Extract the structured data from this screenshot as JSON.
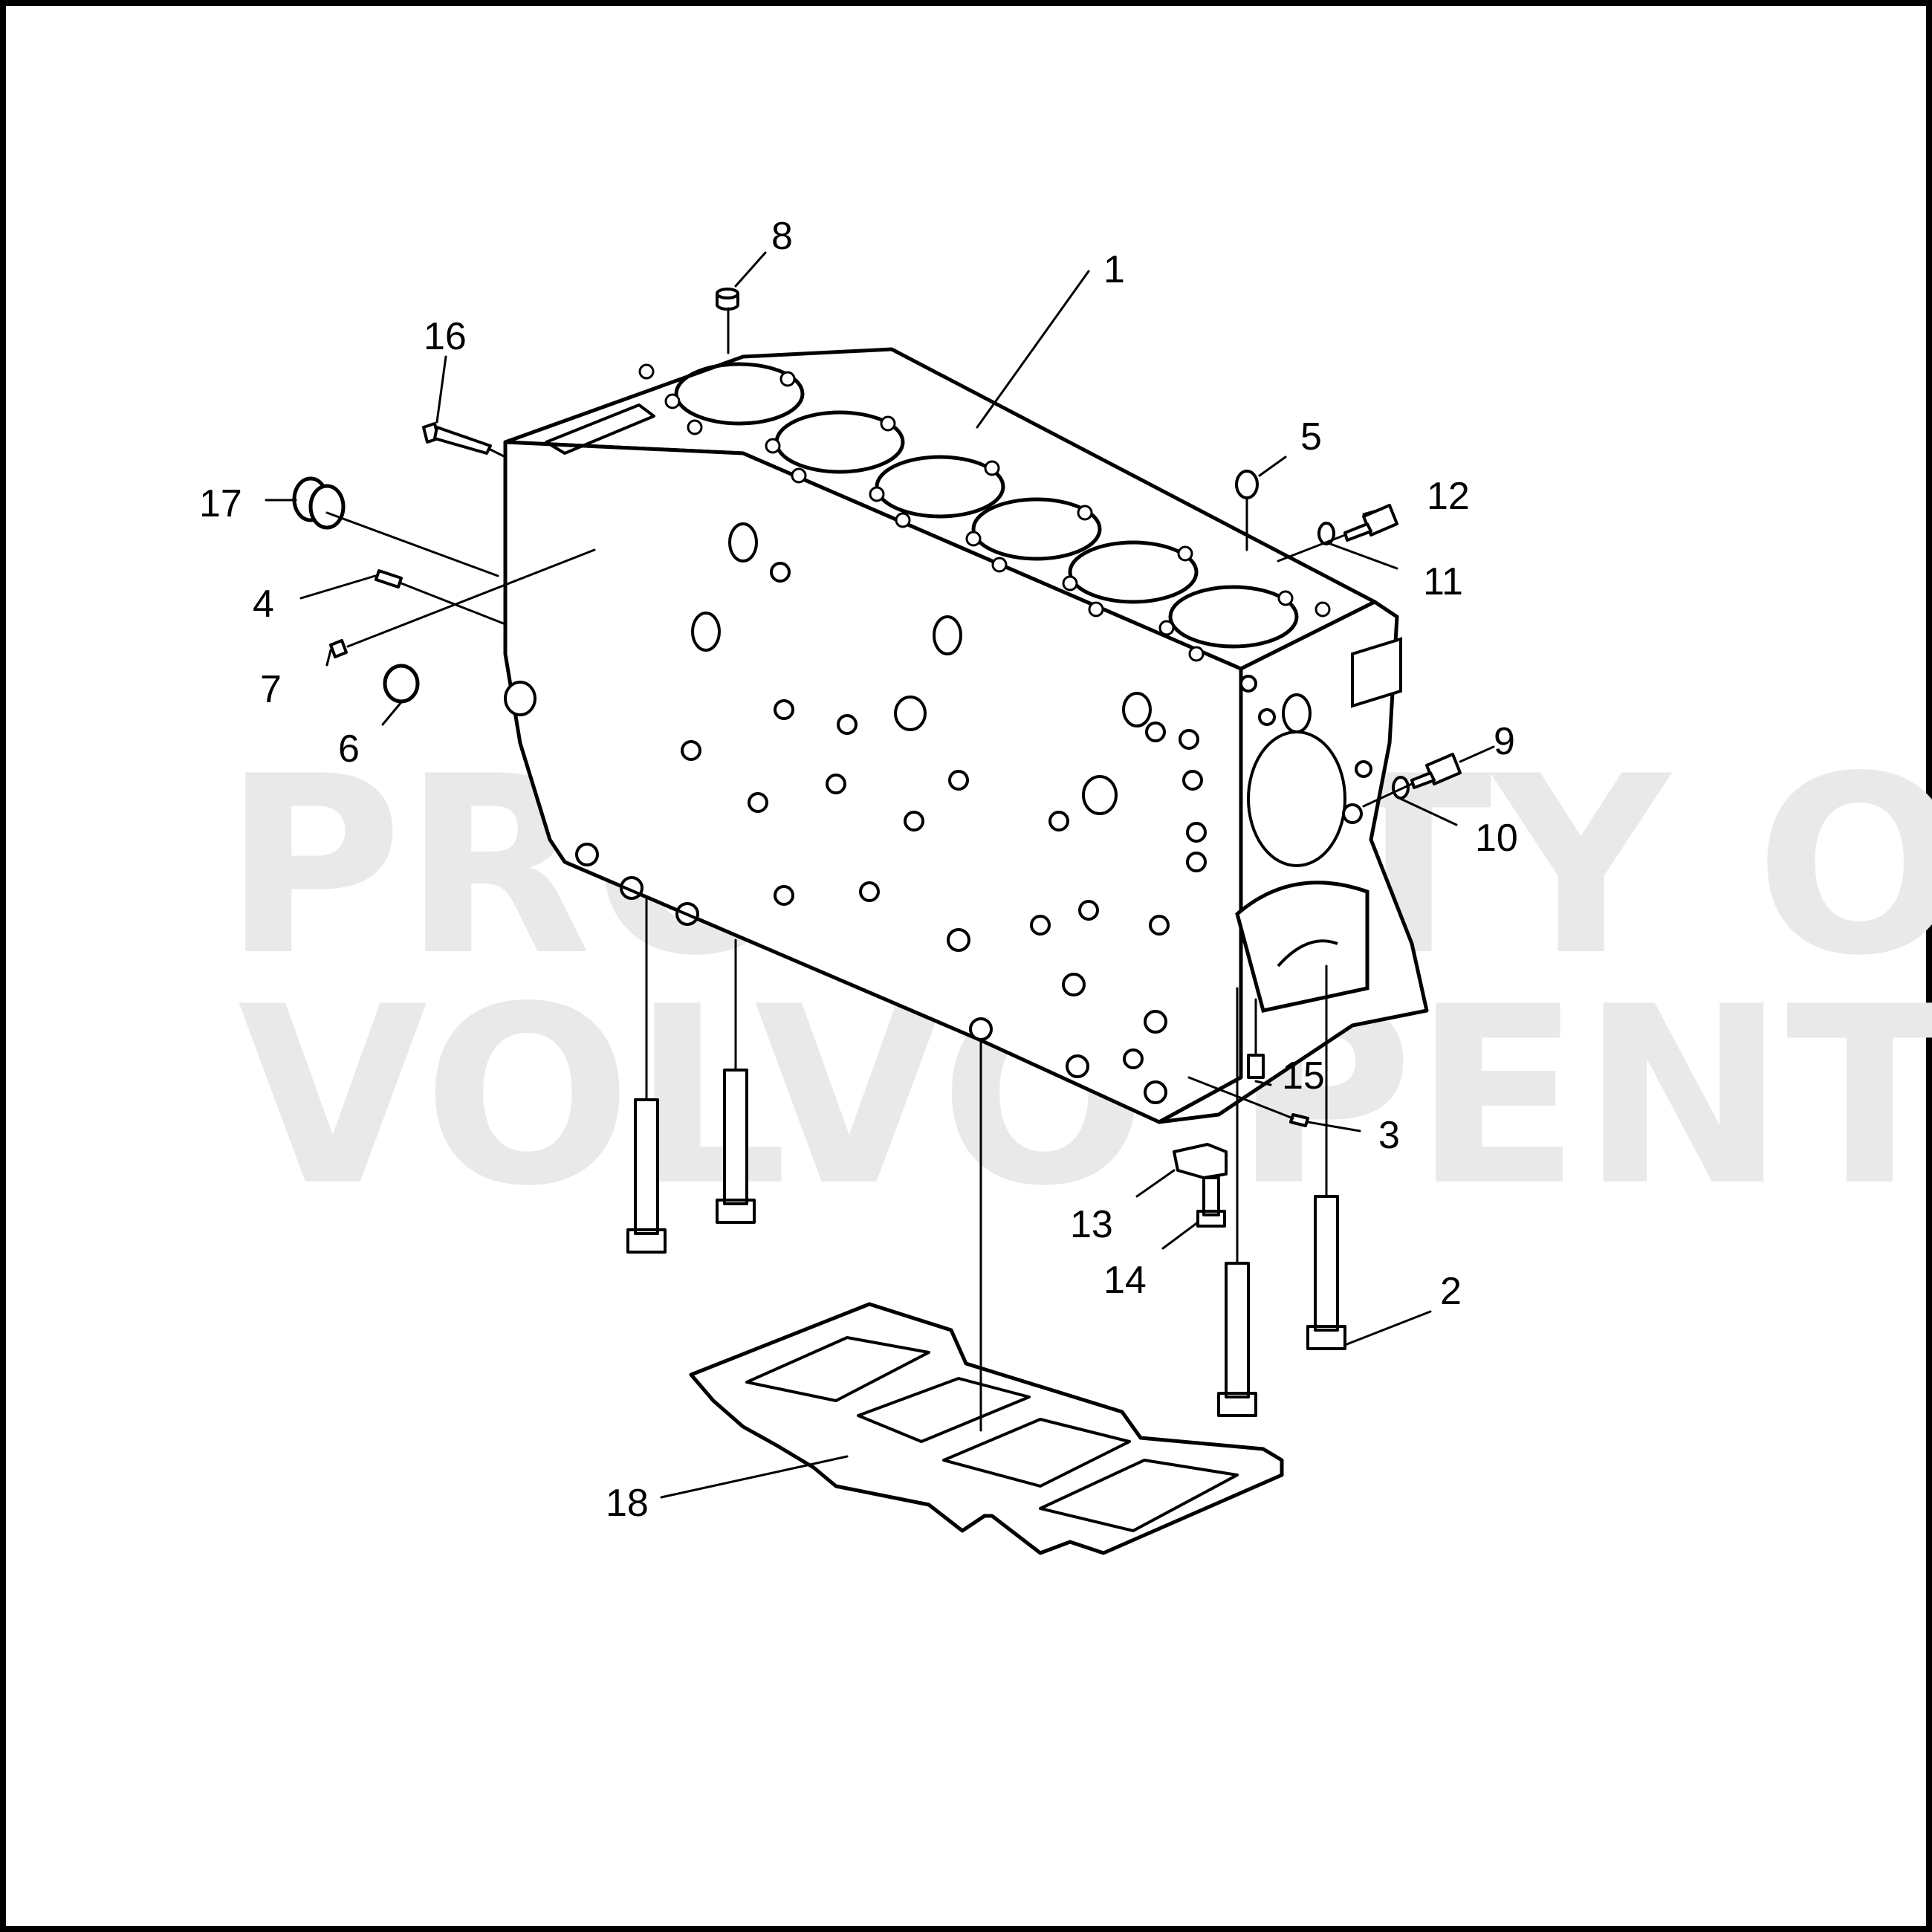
{
  "watermark": {
    "line1": "PROPERTY OF",
    "line2": "VOLVO PENTA"
  },
  "callouts": [
    {
      "id": "1",
      "label": "1"
    },
    {
      "id": "2",
      "label": "2"
    },
    {
      "id": "3",
      "label": "3"
    },
    {
      "id": "4",
      "label": "4"
    },
    {
      "id": "5",
      "label": "5"
    },
    {
      "id": "6",
      "label": "6"
    },
    {
      "id": "7",
      "label": "7"
    },
    {
      "id": "8",
      "label": "8"
    },
    {
      "id": "9",
      "label": "9"
    },
    {
      "id": "10",
      "label": "10"
    },
    {
      "id": "11",
      "label": "11"
    },
    {
      "id": "12",
      "label": "12"
    },
    {
      "id": "13",
      "label": "13"
    },
    {
      "id": "14",
      "label": "14"
    },
    {
      "id": "15",
      "label": "15"
    },
    {
      "id": "16",
      "label": "16"
    },
    {
      "id": "17",
      "label": "17"
    },
    {
      "id": "18",
      "label": "18"
    }
  ]
}
